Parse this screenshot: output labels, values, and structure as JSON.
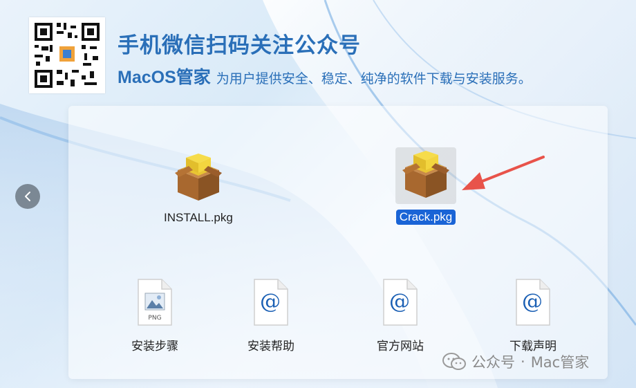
{
  "header": {
    "headline": "手机微信扫码关注公众号",
    "brand": "MacOS管家",
    "tagline": "为用户提供安全、稳定、纯净的软件下载与安装服务。"
  },
  "files": [
    {
      "label": "INSTALL.pkg",
      "icon": "package-icon",
      "selected": false
    },
    {
      "label": "Crack.pkg",
      "icon": "package-icon",
      "selected": true
    }
  ],
  "documents": [
    {
      "label": "安装步骤",
      "icon": "png-file-icon",
      "badge": "PNG"
    },
    {
      "label": "安装帮助",
      "icon": "webloc-file-icon",
      "badge": "@"
    },
    {
      "label": "官方网站",
      "icon": "webloc-file-icon",
      "badge": "@"
    },
    {
      "label": "下载声明",
      "icon": "webloc-file-icon",
      "badge": "@"
    }
  ],
  "watermark": {
    "account": "公众号",
    "separator": "·",
    "name": "Mac管家"
  },
  "colors": {
    "accent": "#2a6fb8",
    "selection": "#1a64d6",
    "arrow": "#e8534a"
  }
}
